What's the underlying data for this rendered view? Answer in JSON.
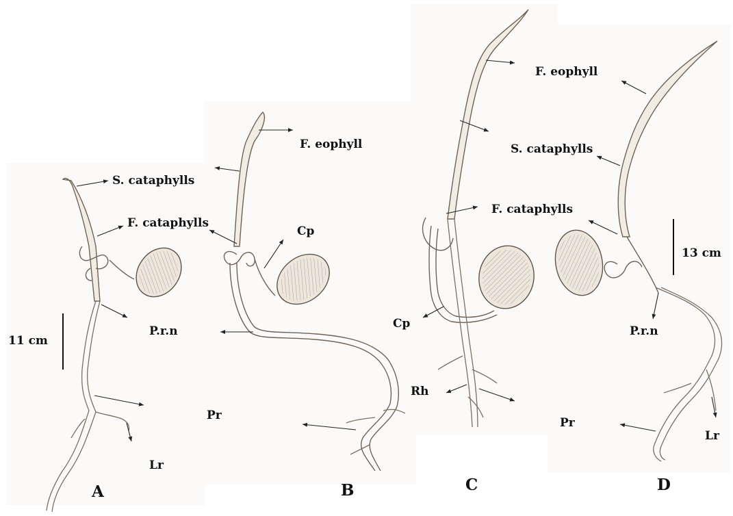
{
  "panels": [
    {
      "letter": "A",
      "labels": [
        "S. cataphylls",
        "F. cataphylls",
        "Lr"
      ],
      "scale": "11 cm"
    },
    {
      "letter": "B",
      "labels": [
        "F. eophyll",
        "Cp",
        "P.r.n",
        "Pr"
      ]
    },
    {
      "letter": "C",
      "labels": [
        "F. cataphylls",
        "Cp",
        "Rh"
      ]
    },
    {
      "letter": "D",
      "labels": [
        "F.  eophyll",
        "S. cataphylls",
        "P.r.n",
        "Pr",
        "Lr"
      ],
      "scale": "13 cm"
    }
  ]
}
